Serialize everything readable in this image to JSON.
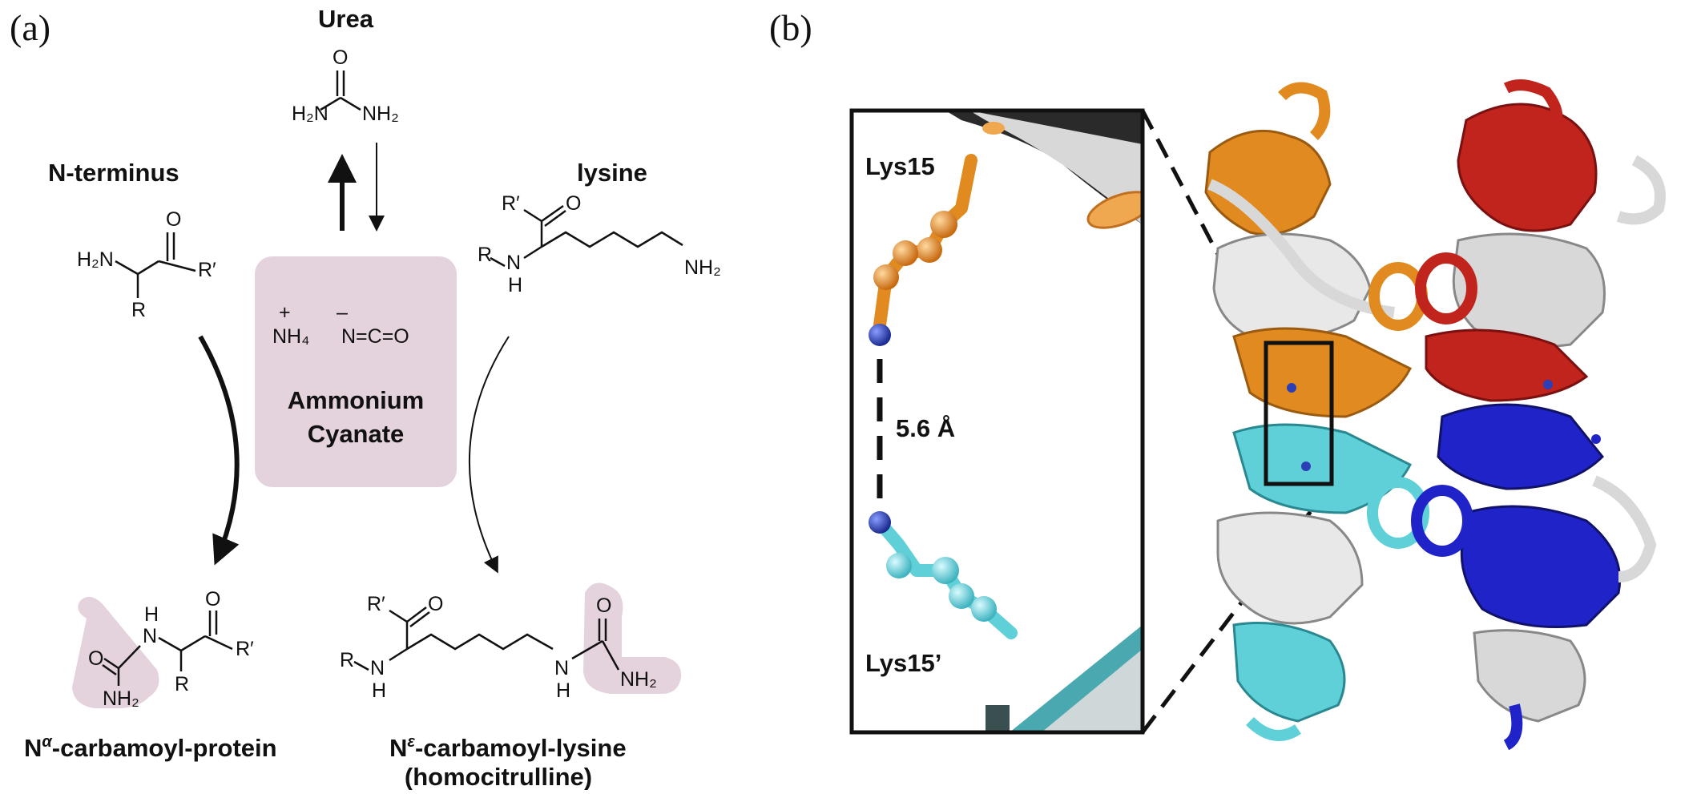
{
  "panel_a": {
    "label": "(a)",
    "urea": {
      "title": "Urea",
      "O": "O",
      "H2N": "H₂N",
      "NH2": "NH₂"
    },
    "n_terminus": {
      "title": "N-terminus",
      "O": "O",
      "H2N": "H₂N",
      "Rprime": "R′",
      "R": "R"
    },
    "lysine": {
      "title": "lysine",
      "Rprime": "R′",
      "O": "O",
      "R": "R",
      "NH": "N",
      "H": "H",
      "NH2": "NH₂"
    },
    "center": {
      "nh4": "NH₄",
      "plus": "+",
      "minus": "–",
      "cyanate": "N=C=O",
      "line1": "Ammonium",
      "line2": "Cyanate"
    },
    "product_left": {
      "H": "H",
      "N": "N",
      "O_left": "O",
      "NH2": "NH₂",
      "O_right": "O",
      "Rprime": "R′",
      "R": "R",
      "name_prefix": "N",
      "name_sup": "α",
      "name_suffix": "-carbamoyl-protein"
    },
    "product_right": {
      "Rprime": "R′",
      "O_left": "O",
      "R": "R",
      "NH_left": "N",
      "H_left": "H",
      "NH_right": "N",
      "H_right": "H",
      "O_right": "O",
      "NH2": "NH₂",
      "name_prefix": "N",
      "name_sup": "ε",
      "name_suffix": "-carbamoyl-lysine",
      "name_line2": "(homocitrulline)"
    }
  },
  "panel_b": {
    "label": "(b)",
    "residue_top": "Lys15",
    "residue_bottom": "Lys15’",
    "distance": "5.6 Å"
  },
  "colors": {
    "highlight": "#e4d2dc",
    "orange": "#e08a20",
    "red": "#c0241c",
    "cyan": "#5fd0d8",
    "blue": "#1f23c8",
    "grey": "#c8c8c8",
    "nitrogen": "#2b3fb8"
  }
}
